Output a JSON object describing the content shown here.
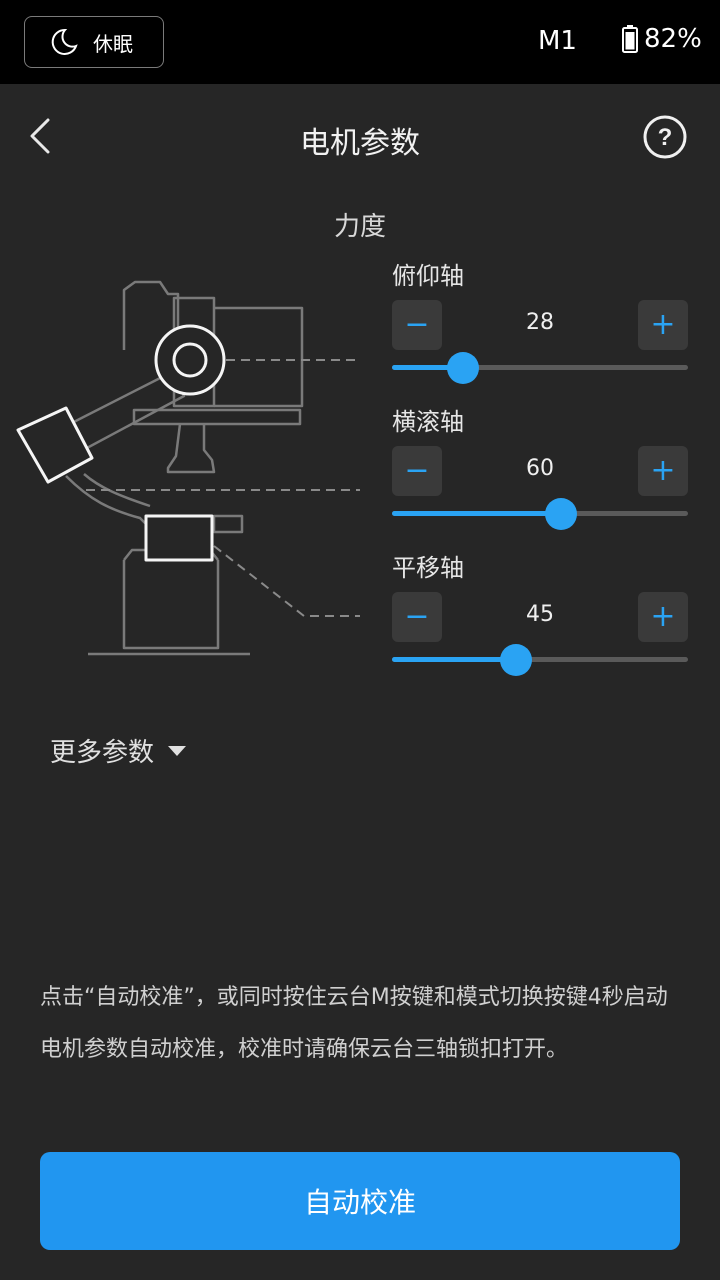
{
  "status_bar": {
    "sleep_label": "休眠",
    "mode": "M1",
    "battery": "82%"
  },
  "header": {
    "title": "电机参数"
  },
  "force": {
    "title": "力度",
    "axes": [
      {
        "label": "俯仰轴",
        "value": "28",
        "level": 0.24
      },
      {
        "label": "横滚轴",
        "value": "60",
        "level": 0.57
      },
      {
        "label": "平移轴",
        "value": "45",
        "level": 0.42
      }
    ]
  },
  "more_params": "更多参数",
  "note_text": "点击“自动校准”，或同时按住云台M按键和模式切换按键4秒启动电机参数自动校准，校准时请确保云台三轴锁扣打开。",
  "calibrate_button": "自动校准",
  "colors": {
    "accent": "#2196f0",
    "background": "#262626",
    "status_bar": "#000000"
  }
}
